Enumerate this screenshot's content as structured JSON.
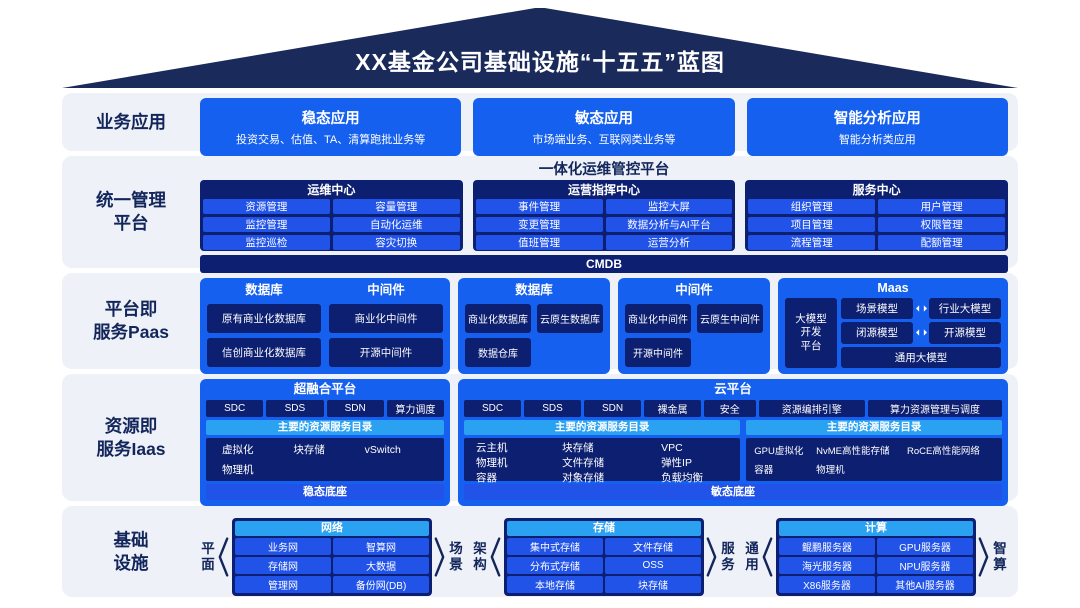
{
  "colors": {
    "roof_navy": "#1a2a5a",
    "row_bg": "#eef1f7",
    "label_navy": "#13265c",
    "bright_blue": "#1660f0",
    "dark_navy": "#0d1f70",
    "cell_blue": "#2153e8",
    "cyan_band": "#2ba1f2"
  },
  "roof_title": "XX基金公司基础设施“十五五”蓝图",
  "row1": {
    "label": "业务应用",
    "apps": [
      {
        "title": "稳态应用",
        "desc": "投资交易、估值、TA、清算跑批业务等"
      },
      {
        "title": "敏态应用",
        "desc": "市场端业务、互联网类业务等"
      },
      {
        "title": "智能分析应用",
        "desc": "智能分析类应用"
      }
    ]
  },
  "row2": {
    "label": "统一管理\n平台",
    "platform_title": "一体化运维管控平台",
    "centers": [
      {
        "title": "运维中心",
        "items": [
          "资源管理",
          "容量管理",
          "监控管理",
          "自动化运维",
          "监控巡检",
          "容灾切换"
        ]
      },
      {
        "title": "运营指挥中心",
        "items": [
          "事件管理",
          "监控大屏",
          "变更管理",
          "数据分析与AI平台",
          "值班管理",
          "运营分析"
        ]
      },
      {
        "title": "服务中心",
        "items": [
          "组织管理",
          "用户管理",
          "项目管理",
          "权限管理",
          "流程管理",
          "配额管理"
        ]
      }
    ],
    "cmdb_label": "CMDB"
  },
  "row3": {
    "label": "平台即\n服务Paas",
    "group1": {
      "db_title": "数据库",
      "mw_title": "中间件",
      "db_items": [
        "原有商业化数据库",
        "信创商业化数据库"
      ],
      "mw_items": [
        "商业化中间件",
        "开源中间件"
      ]
    },
    "group2_db": {
      "title": "数据库",
      "items": [
        "商业化数据库",
        "云原生数据库",
        "数据仓库"
      ]
    },
    "group2_mw": {
      "title": "中间件",
      "items": [
        "商业化中间件",
        "云原生中间件",
        "开源中间件"
      ]
    },
    "maas": {
      "title": "Maas",
      "left_box": "大模型\n开发\n平台",
      "rows": [
        [
          "场景模型",
          "行业大模型"
        ],
        [
          "闭源模型",
          "开源模型"
        ]
      ],
      "bottom": "通用大模型"
    }
  },
  "row4": {
    "label": "资源即\n服务Iaas",
    "hci": {
      "title": "超融合平台",
      "cells": [
        "SDC",
        "SDS",
        "SDN",
        "算力调度"
      ],
      "catalog_title": "主要的资源服务目录",
      "items": [
        "虚拟化",
        "块存储",
        "vSwitch",
        "物理机"
      ],
      "footer": "稳态底座"
    },
    "cloud": {
      "title": "云平台",
      "cells": [
        "SDC",
        "SDS",
        "SDN",
        "裸金属",
        "安全",
        "资源编排引擎",
        "算力资源管理与调度"
      ],
      "catalog1": {
        "title": "主要的资源服务目录",
        "items": [
          "云主机",
          "块存储",
          "VPC",
          "物理机",
          "文件存储",
          "弹性IP",
          "容器",
          "对象存储",
          "负载均衡"
        ]
      },
      "catalog2": {
        "title": "主要的资源服务目录",
        "items": [
          "GPU虚拟化",
          "NvME高性能存储",
          "RoCE高性能网络",
          "容器",
          "物理机"
        ]
      },
      "footer": "敏态底座"
    }
  },
  "row5": {
    "label": "基础\n设施",
    "groups": [
      {
        "left": "平面",
        "right": "场景",
        "title": "网络",
        "cells": [
          "业务网",
          "智算网",
          "存储网",
          "大数据",
          "管理网",
          "备份网(DB)"
        ]
      },
      {
        "left": "架构",
        "right": "服务",
        "title": "存储",
        "cells": [
          "集中式存储",
          "文件存储",
          "分布式存储",
          "OSS",
          "本地存储",
          "块存储"
        ]
      },
      {
        "left": "通用",
        "right": "智算",
        "title": "计算",
        "cells": [
          "鲲鹏服务器",
          "GPU服务器",
          "海光服务器",
          "NPU服务器",
          "X86服务器",
          "其他AI服务器"
        ]
      }
    ]
  }
}
